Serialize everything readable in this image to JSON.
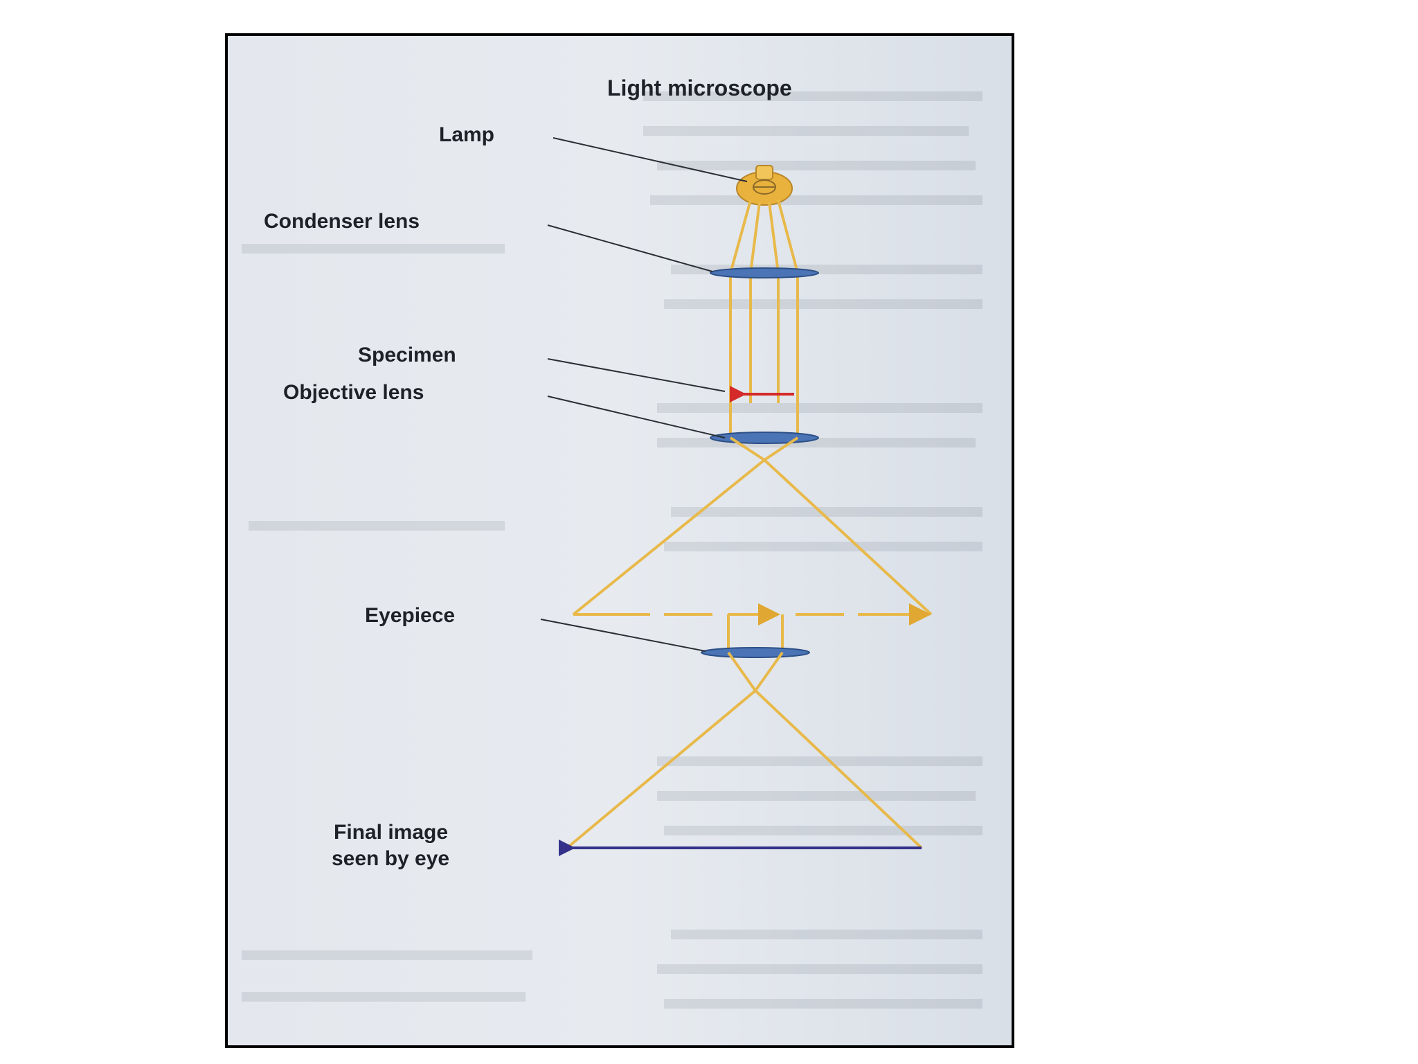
{
  "diagram": {
    "title": "Light microscope",
    "labels": {
      "lamp": "Lamp",
      "condenser_lens": "Condenser lens",
      "specimen": "Specimen",
      "objective_lens": "Objective lens",
      "eyepiece": "Eyepiece",
      "final_image_line1": "Final image",
      "final_image_line2": "seen by eye"
    }
  },
  "colors": {
    "frame": "#000000",
    "paper": "#dfe5ec",
    "light_ray": "#e8b94a",
    "lens": "#4a74b5",
    "specimen_arrow": "#d42a2a",
    "final_image_arrow": "#33318a",
    "lamp": "#e9b23c",
    "label_text": "#1e2228"
  }
}
